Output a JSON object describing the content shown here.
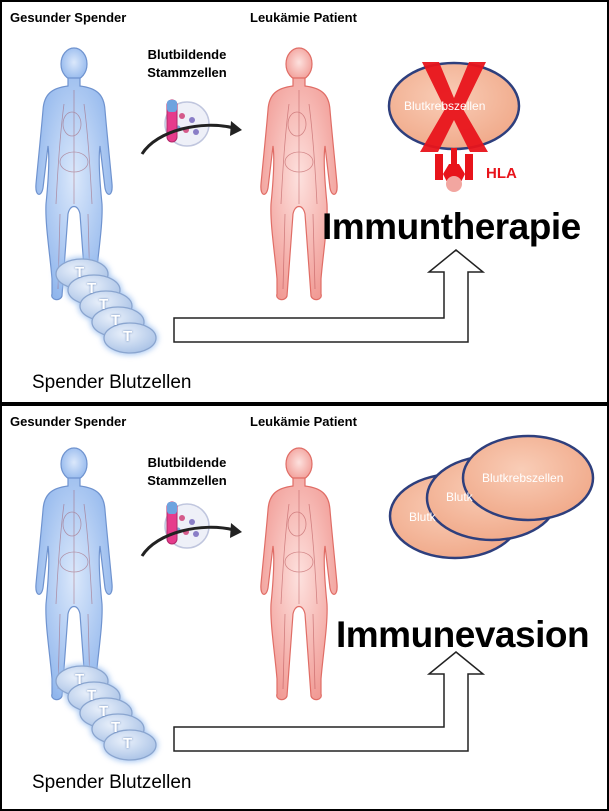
{
  "panels": [
    {
      "donor_label": "Gesunder Spender",
      "patient_label": "Leukämie Patient",
      "stem_cell_label_line1": "Blutbildende",
      "stem_cell_label_line2": "Stammzellen",
      "cell_label": "Blutkrebszellen",
      "hla_label": "HLA",
      "title": "Immuntherapie",
      "donor_blood_label": "Spender Blutzellen",
      "t_cell_letter": "T"
    },
    {
      "donor_label": "Gesunder Spender",
      "patient_label": "Leukämie Patient",
      "stem_cell_label_line1": "Blutbildende",
      "stem_cell_label_line2": "Stammzellen",
      "cell_labels": [
        "Blutk",
        "Blutk",
        "Blutkrebszellen"
      ],
      "title": "Immunevasion",
      "donor_blood_label": "Spender Blutzellen",
      "t_cell_letter": "T"
    }
  ],
  "colors": {
    "donor_body": "#8fb5ec",
    "patient_body": "#f19a94",
    "cancer_cell": "#f4b59a",
    "cancer_cell_stroke": "#2e3f7d",
    "t_cell": "#c9d8ef",
    "cross": "#e8141b",
    "hla": "#e8141b"
  }
}
